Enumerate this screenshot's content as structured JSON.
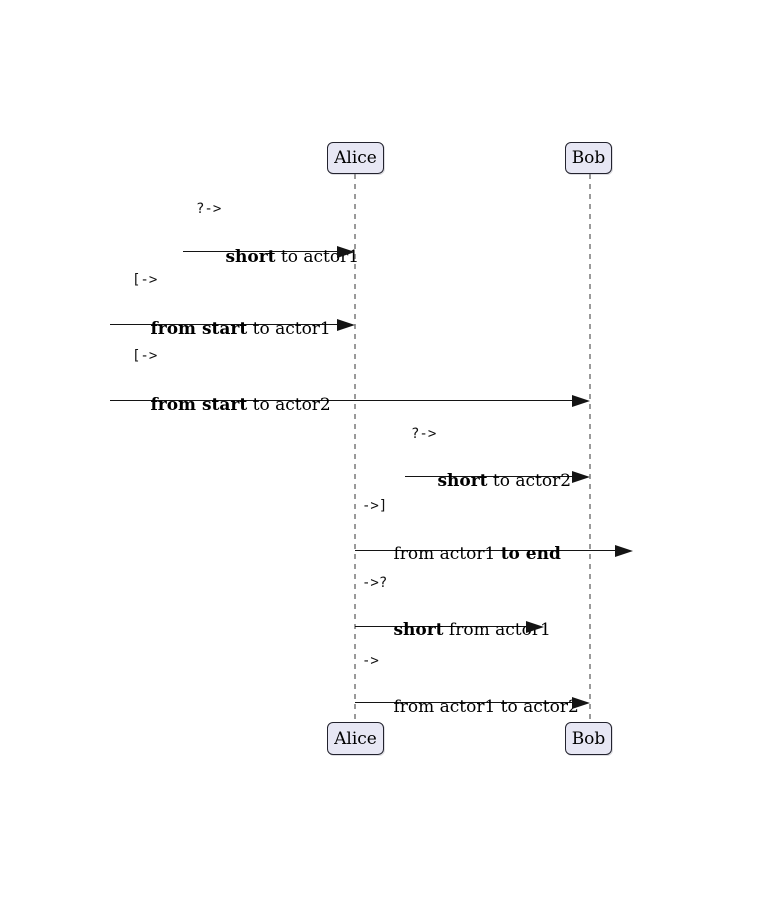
{
  "diagram": {
    "type": "sequence-diagram",
    "colors": {
      "background": "#FFFFFF",
      "actor_fill": "#E7E7F4",
      "actor_border": "#23232E",
      "arrow": "#141414",
      "lifeline": "#9A9A9A",
      "text": "#000000"
    }
  },
  "actors": [
    {
      "label": "Alice"
    },
    {
      "label": "Bob"
    }
  ],
  "messages": [
    {
      "op": "?->",
      "parts": [
        {
          "text": "short",
          "bold": true
        },
        {
          "text": " to actor1",
          "bold": false
        }
      ]
    },
    {
      "op": "[->",
      "parts": [
        {
          "text": "from start",
          "bold": true
        },
        {
          "text": " to actor1",
          "bold": false
        }
      ]
    },
    {
      "op": "[->",
      "parts": [
        {
          "text": "from start",
          "bold": true
        },
        {
          "text": " to actor2",
          "bold": false
        }
      ]
    },
    {
      "op": "?->",
      "parts": [
        {
          "text": "short",
          "bold": true
        },
        {
          "text": " to actor2",
          "bold": false
        }
      ]
    },
    {
      "op": "->]",
      "parts": [
        {
          "text": "from actor1 ",
          "bold": false
        },
        {
          "text": "to end",
          "bold": true
        }
      ]
    },
    {
      "op": "->?",
      "parts": [
        {
          "text": "short",
          "bold": true
        },
        {
          "text": " from actor1",
          "bold": false
        }
      ]
    },
    {
      "op": "->",
      "parts": [
        {
          "text": "from actor1 to actor2",
          "bold": false
        }
      ]
    }
  ]
}
